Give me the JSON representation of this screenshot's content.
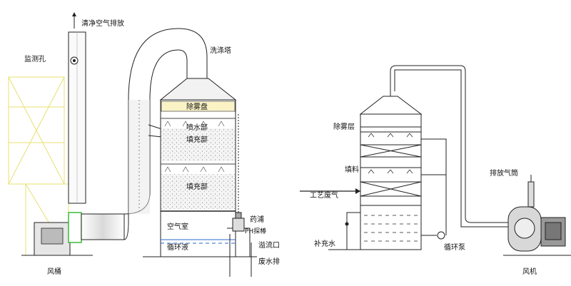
{
  "left_diagram": {
    "labels": {
      "clean_air_exhaust": "清净空气排放",
      "sampling_port": "监测孔",
      "scrubber_tower": "洗涤塔",
      "demister": "除雾盘",
      "water_spray": "喷水部",
      "packing_upper": "填充部",
      "packing_lower": "填充部",
      "air_chamber": "空气室",
      "circulation_tank": "循环液",
      "dosing_pump": "药浦",
      "ph_probe": "PH探棒",
      "overflow_port": "溢流口",
      "drain": "废水排",
      "fan": "风桶"
    }
  },
  "right_diagram": {
    "labels": {
      "demister_layer": "除雾层",
      "packing": "填料",
      "process_exhaust": "工艺废气",
      "makeup_water": "补充水",
      "circulation_pump": "循环泵",
      "stack": "排放气筒",
      "fan": "风机"
    }
  }
}
